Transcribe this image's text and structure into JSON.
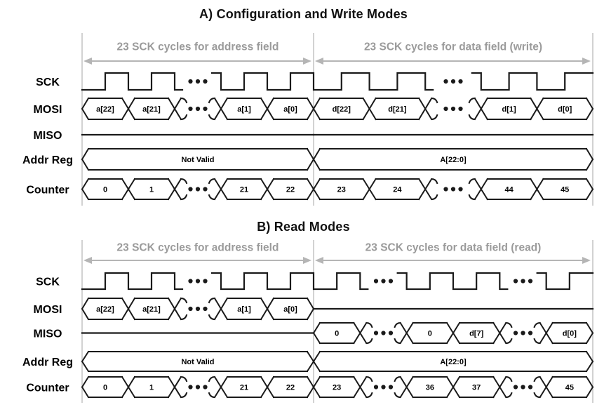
{
  "colors": {
    "background": "#ffffff",
    "signal": "#1a1a1a",
    "cell_text": "#000000",
    "row_label": "#000000",
    "span_text": "#9b9b9b",
    "span_arrow": "#b5b5b5",
    "field_boundary": "#c6c6c6"
  },
  "sections": [
    {
      "id": "A",
      "title": "A) Configuration and Write Modes",
      "fields": [
        {
          "label": "23 SCK cycles for address field"
        },
        {
          "label": "23 SCK cycles for data field (write)"
        }
      ],
      "rows": [
        {
          "label": "SCK",
          "type": "clock",
          "fields": [
            {
              "slots": 5,
              "dots": [
                2
              ]
            },
            {
              "slots": 5,
              "dots": [
                2
              ]
            }
          ]
        },
        {
          "label": "MOSI",
          "type": "bus",
          "fields": [
            {
              "cells": [
                "a[22]",
                "a[21]",
                "•••",
                "a[1]",
                "a[0]"
              ]
            },
            {
              "cells": [
                "d[22]",
                "d[21]",
                "•••",
                "d[1]",
                "d[0]"
              ]
            }
          ]
        },
        {
          "label": "MISO",
          "type": "bus",
          "fields": [
            {
              "flat": true
            },
            {
              "flat": true
            }
          ]
        },
        {
          "label": "Addr Reg",
          "type": "bus",
          "fields": [
            {
              "cells": [
                "Not Valid"
              ]
            },
            {
              "cells": [
                "A[22:0]"
              ]
            }
          ]
        },
        {
          "label": "Counter",
          "type": "bus",
          "fields": [
            {
              "cells": [
                "0",
                "1",
                "•••",
                "21",
                "22"
              ]
            },
            {
              "cells": [
                "23",
                "24",
                "•••",
                "44",
                "45"
              ]
            }
          ]
        }
      ]
    },
    {
      "id": "B",
      "title": "B) Read Modes",
      "fields": [
        {
          "label": "23 SCK cycles for address field"
        },
        {
          "label": "23 SCK cycles for data field (read)"
        }
      ],
      "rows": [
        {
          "label": "SCK",
          "type": "clock",
          "fields": [
            {
              "slots": 5,
              "dots": [
                2
              ]
            },
            {
              "slots": 6,
              "dots": [
                1,
                4
              ]
            }
          ]
        },
        {
          "label": "MOSI",
          "type": "bus",
          "fields": [
            {
              "cells": [
                "a[22]",
                "a[21]",
                "•••",
                "a[1]",
                "a[0]"
              ]
            },
            {
              "flat": true
            }
          ]
        },
        {
          "label": "MISO",
          "type": "bus",
          "fields": [
            {
              "flat": true
            },
            {
              "cells": [
                "0",
                "•••",
                "0",
                "d[7]",
                "•••",
                "d[0]"
              ]
            }
          ]
        },
        {
          "label": "Addr Reg",
          "type": "bus",
          "fields": [
            {
              "cells": [
                "Not Valid"
              ]
            },
            {
              "cells": [
                "A[22:0]"
              ]
            }
          ]
        },
        {
          "label": "Counter",
          "type": "bus",
          "fields": [
            {
              "cells": [
                "0",
                "1",
                "•••",
                "21",
                "22"
              ]
            },
            {
              "cells": [
                "23",
                "•••",
                "36",
                "37",
                "•••",
                "45"
              ]
            }
          ]
        }
      ]
    }
  ]
}
